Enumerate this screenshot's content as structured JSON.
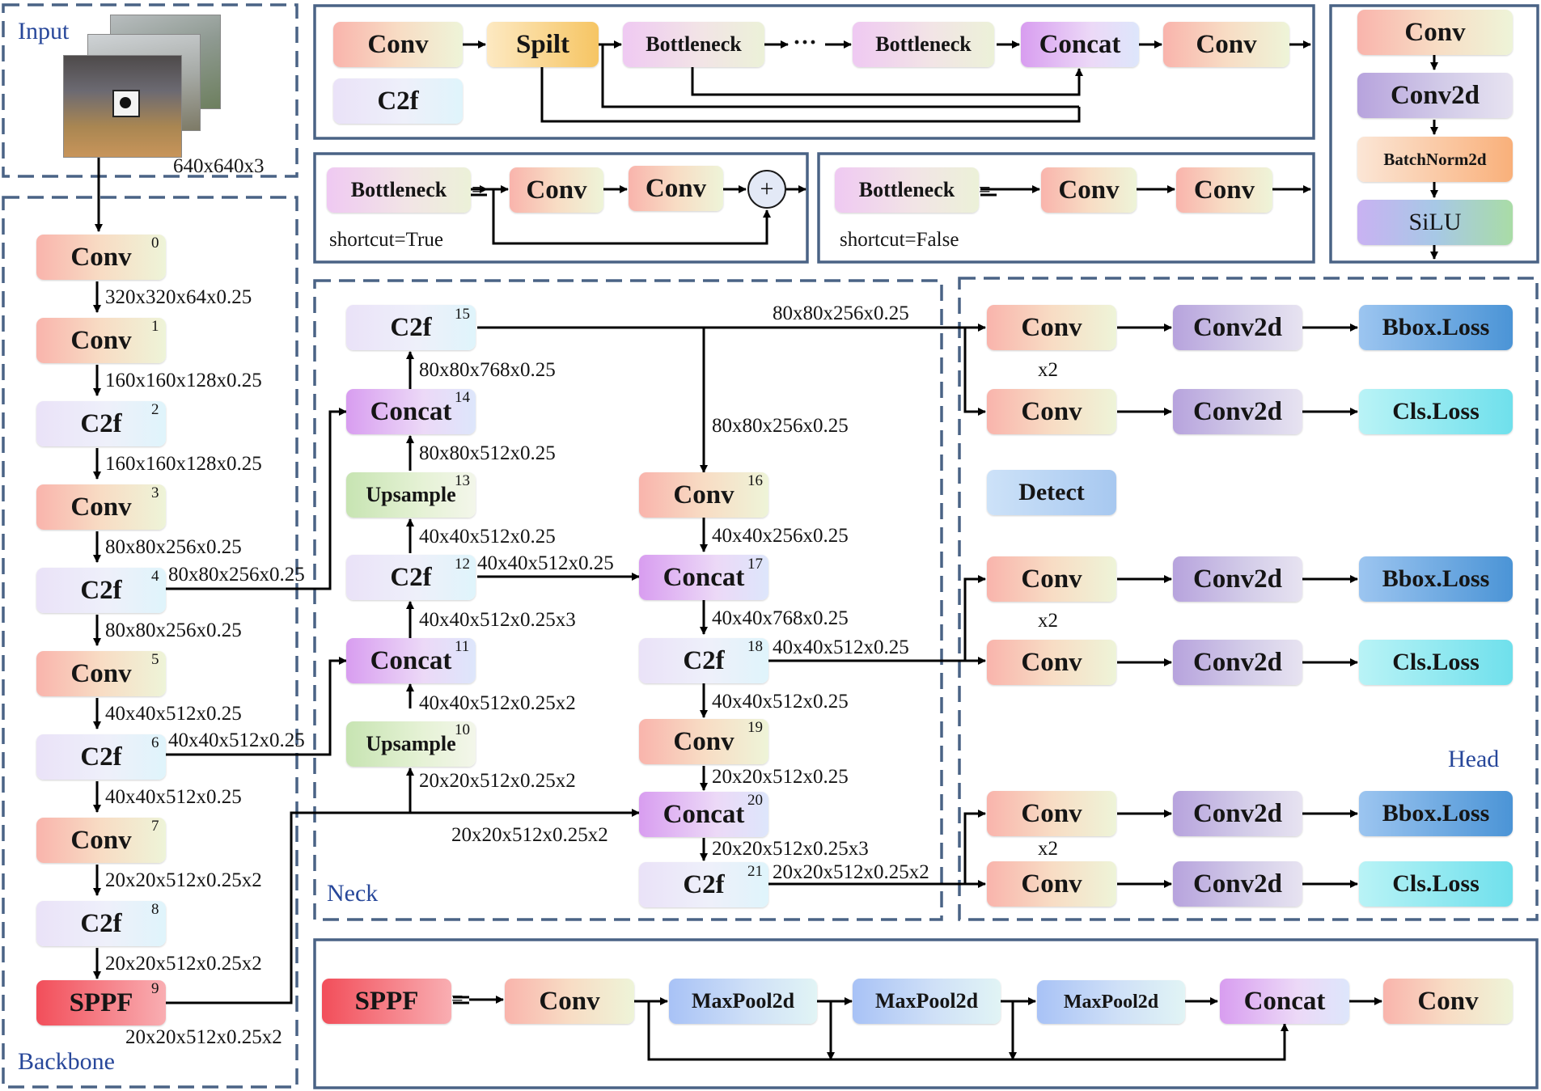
{
  "sections": {
    "input": "Input",
    "backbone": "Backbone",
    "neck": "Neck",
    "head": "Head"
  },
  "input_size": "640x640x3",
  "backbone": {
    "nodes": [
      {
        "label": "Conv",
        "index": "0"
      },
      {
        "label": "Conv",
        "index": "1"
      },
      {
        "label": "C2f",
        "index": "2"
      },
      {
        "label": "Conv",
        "index": "3"
      },
      {
        "label": "C2f",
        "index": "4"
      },
      {
        "label": "Conv",
        "index": "5"
      },
      {
        "label": "C2f",
        "index": "6"
      },
      {
        "label": "Conv",
        "index": "7"
      },
      {
        "label": "C2f",
        "index": "8"
      },
      {
        "label": "SPPF",
        "index": "9"
      }
    ],
    "edge_labels": [
      "320x320x64x0.25",
      "160x160x128x0.25",
      "160x160x128x0.25",
      "80x80x256x0.25",
      "80x80x256x0.25",
      "40x40x512x0.25",
      "40x40x512x0.25",
      "20x20x512x0.25x2",
      "20x20x512x0.25x2"
    ],
    "out_labels": [
      "80x80x256x0.25",
      "40x40x512x0.25",
      "20x20x512x0.25x2"
    ]
  },
  "c2f_module": {
    "conv1": "Conv",
    "split": "Spilt",
    "bottleneck_a": "Bottleneck",
    "dots": "···",
    "bottleneck_b": "Bottleneck",
    "concat": "Concat",
    "conv2": "Conv",
    "name": "C2f"
  },
  "bottleneck_true": {
    "name": "Bottleneck",
    "equals": "=",
    "conv1": "Conv",
    "conv2": "Conv",
    "plus": "+",
    "note": "shortcut=True"
  },
  "bottleneck_false": {
    "name": "Bottleneck",
    "equals": "=",
    "conv1": "Conv",
    "conv2": "Conv",
    "note": "shortcut=False"
  },
  "conv_module": [
    "Conv",
    "Conv2d",
    "BatchNorm2d",
    "SiLU"
  ],
  "neck": {
    "nodes": {
      "c2f15": {
        "label": "C2f",
        "index": "15"
      },
      "concat14": {
        "label": "Concat",
        "index": "14"
      },
      "ups13": {
        "label": "Upsample",
        "index": "13"
      },
      "c2f12": {
        "label": "C2f",
        "index": "12"
      },
      "concat11": {
        "label": "Concat",
        "index": "11"
      },
      "ups10": {
        "label": "Upsample",
        "index": "10"
      },
      "conv16": {
        "label": "Conv",
        "index": "16"
      },
      "concat17": {
        "label": "Concat",
        "index": "17"
      },
      "c2f18": {
        "label": "C2f",
        "index": "18"
      },
      "conv19": {
        "label": "Conv",
        "index": "19"
      },
      "concat20": {
        "label": "Concat",
        "index": "20"
      },
      "c2f21": {
        "label": "C2f",
        "index": "21"
      }
    },
    "labels": {
      "l15_out": "80x80x256x0.25",
      "l14_15": "80x80x768x0.25",
      "l13_14": "80x80x512x0.25",
      "l12_13": "40x40x512x0.25",
      "l12_out": "40x40x512x0.25",
      "l11_12": "40x40x512x0.25x3",
      "l10_11": "40x40x512x0.25x2",
      "l9_10": "20x20x512x0.25x2",
      "l9_20": "20x20x512x0.25x2",
      "l15_16": "80x80x256x0.25",
      "l16_17": "40x40x256x0.25",
      "l17_18": "40x40x768x0.25",
      "l18_out": "40x40x512x0.25",
      "l18_19": "40x40x512x0.25",
      "l19_20": "20x20x512x0.25",
      "l20_21": "20x20x512x0.25x3",
      "l21_out": "20x20x512x0.25x2"
    }
  },
  "head": {
    "rows": [
      {
        "conv": "Conv",
        "conv2d": "Conv2d",
        "loss": "Bbox.Loss"
      },
      {
        "conv": "Conv",
        "conv2d": "Conv2d",
        "loss": "Cls.Loss"
      },
      {
        "conv": "Conv",
        "conv2d": "Conv2d",
        "loss": "Bbox.Loss"
      },
      {
        "conv": "Conv",
        "conv2d": "Conv2d",
        "loss": "Cls.Loss"
      },
      {
        "conv": "Conv",
        "conv2d": "Conv2d",
        "loss": "Bbox.Loss"
      },
      {
        "conv": "Conv",
        "conv2d": "Conv2d",
        "loss": "Cls.Loss"
      }
    ],
    "repeat": [
      "x2",
      "x2",
      "x2"
    ],
    "detect": "Detect"
  },
  "sppf_module": {
    "name": "SPPF",
    "equals": "=",
    "conv1": "Conv",
    "pool1": "MaxPool2d",
    "pool2": "MaxPool2d",
    "pool3": "MaxPool2d",
    "concat": "Concat",
    "conv2": "Conv"
  },
  "colors": {
    "frame": "#4a6385",
    "section_text": "#27479a",
    "line": "#000000"
  }
}
